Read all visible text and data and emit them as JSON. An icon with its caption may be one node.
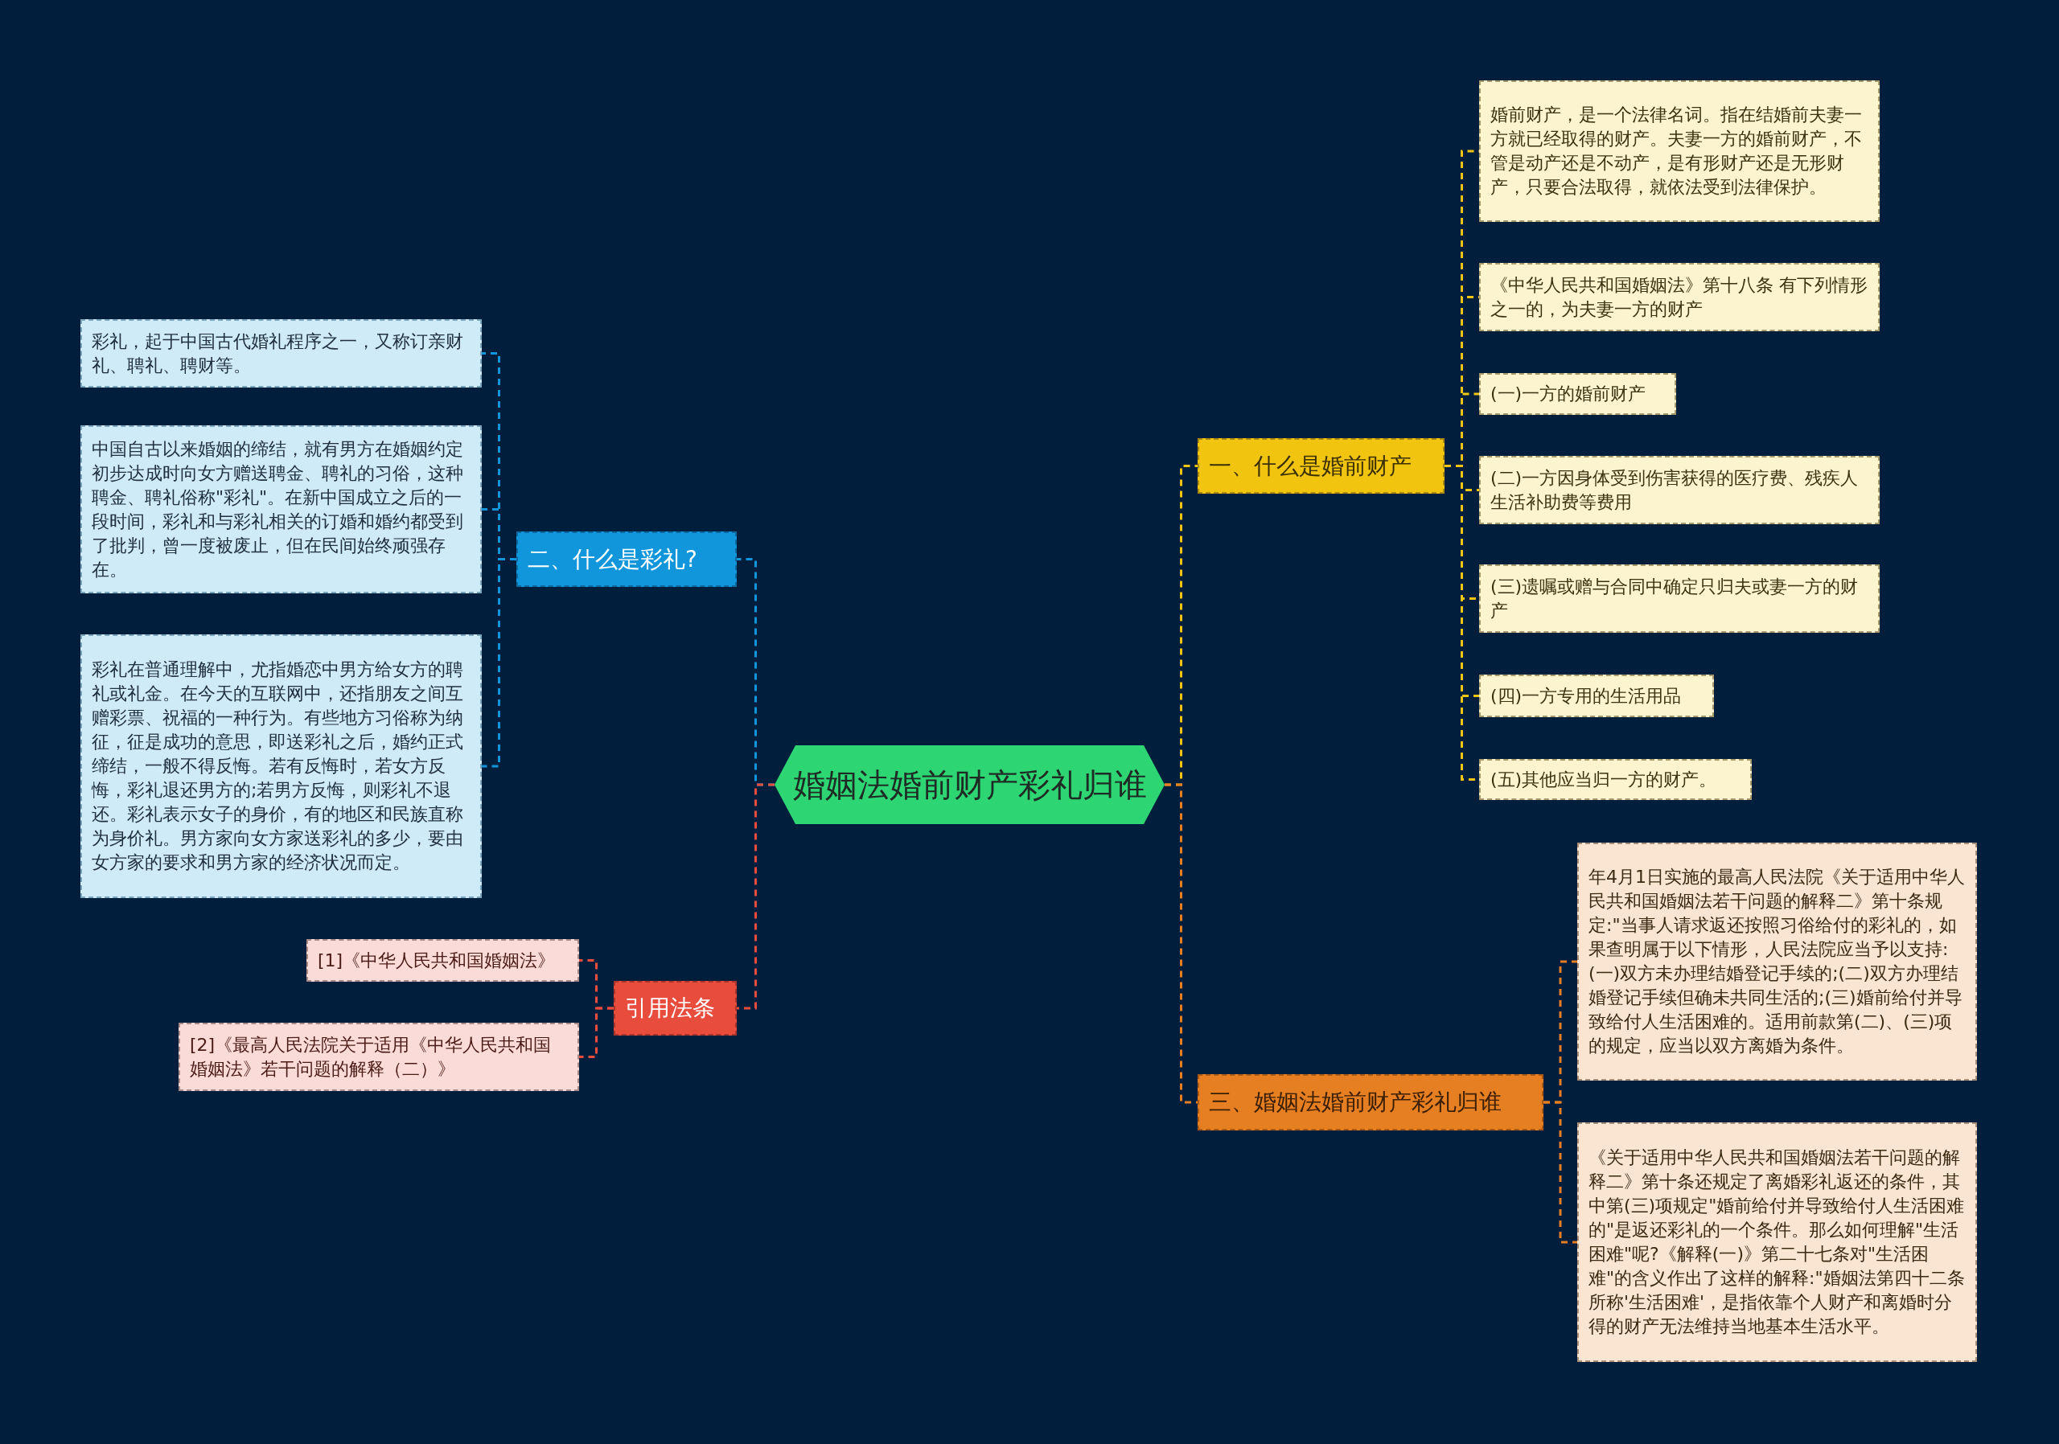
{
  "diagram": {
    "nodes": [
      {
        "text": [
          "婚姻法婚前财产彩礼归谁"
        ]
      },
      {
        "text": [
          "一、什么是婚前财产"
        ]
      },
      {
        "text": [
          "婚前财产，是一个法律名词。指在结婚前夫妻一方就已经取得的财产。夫妻一方的婚前财产，不管是动产还是不动产，是有形财产还是无形财产，只要合法取得，就依法受到法律保护。"
        ]
      },
      {
        "text": [
          "《中华人民共和国婚姻法》第十八条 有下列情形之一的，为夫妻一方的财产"
        ]
      },
      {
        "text": [
          "(一)一方的婚前财产"
        ]
      },
      {
        "text": [
          "(二)一方因身体受到伤害获得的医疗费、残疾人生活补助费等费用"
        ]
      },
      {
        "text": [
          "(三)遗嘱或赠与合同中确定只归夫或妻一方的财产"
        ]
      },
      {
        "text": [
          "(四)一方专用的生活用品"
        ]
      },
      {
        "text": [
          "(五)其他应当归一方的财产。"
        ]
      },
      {
        "text": [
          "三、婚姻法婚前财产彩礼归谁"
        ]
      },
      {
        "text": [
          "年4月1日实施的最高人民法院《关于适用中华人民共和国婚姻法若干问题的解释二》第十条规定:\"当事人请求返还按照习俗给付的彩礼的，如果查明属于以下情形，人民法院应当予以支持:(一)双方未办理结婚登记手续的;(二)双方办理结婚登记手续但确未共同生活的;(三)婚前给付并导致给付人生活困难的。适用前款第(二)、(三)项的规定，应当以双方离婚为条件。"
        ]
      },
      {
        "text": [
          "《关于适用中华人民共和国婚姻法若干问题的解释二》第十条还规定了离婚彩礼返还的条件，其中第(三)项规定\"婚前给付并导致给付人生活困难的\"是返还彩礼的一个条件。那么如何理解\"生活困难\"呢?《解释(一)》第二十七条对\"生活困难\"的含义作出了这样的解释:\"婚姻法第四十二条所称'生活困难'，是指依靠个人财产和离婚时分得的财产无法维持当地基本生活水平。"
        ]
      },
      {
        "text": [
          "二、什么是彩礼?"
        ]
      },
      {
        "text": [
          "彩礼，起于中国古代婚礼程序之一，又称订亲财礼、聘礼、聘财等。"
        ]
      },
      {
        "text": [
          "中国自古以来婚姻的缔结，就有男方在婚姻约定初步达成时向女方赠送聘金、聘礼的习俗，这种聘金、聘礼俗称\"彩礼\"。在新中国成立之后的一段时间，彩礼和与彩礼相关的订婚和婚约都受到了批判，曾一度被废止，但在民间始终顽强存在。"
        ]
      },
      {
        "text": [
          "彩礼在普通理解中，尤指婚恋中男方给女方的聘礼或礼金。在今天的互联网中，还指朋友之间互赠彩票、祝福的一种行为。有些地方习俗称为纳征，征是成功的意思，即送彩礼之后，婚约正式缔结，一般不得反悔。若有反悔时，若女方反悔，彩礼退还男方的;若男方反悔，则彩礼不退还。彩礼表示女子的身价，有的地区和民族直称为身价礼。男方家向女方家送彩礼的多少，要由女方家的要求和男方家的经济状况而定。"
        ]
      },
      {
        "text": [
          "引用法条"
        ]
      },
      {
        "text": [
          "[1]《中华人民共和国婚姻法》"
        ]
      },
      {
        "text": [
          "[2]《最高人民法院关于适用《中华人民共和国婚姻法》若干问题的解释（二）》"
        ]
      }
    ],
    "edges": [
      {
        "from": 0,
        "to": 1,
        "arrow": "none",
        "style": "dashed"
      },
      {
        "from": 1,
        "to": 2,
        "arrow": "none",
        "style": "dashed"
      },
      {
        "from": 1,
        "to": 3,
        "arrow": "none",
        "style": "dashed"
      },
      {
        "from": 1,
        "to": 4,
        "arrow": "none",
        "style": "dashed"
      },
      {
        "from": 1,
        "to": 5,
        "arrow": "none",
        "style": "dashed"
      },
      {
        "from": 1,
        "to": 6,
        "arrow": "none",
        "style": "dashed"
      },
      {
        "from": 1,
        "to": 7,
        "arrow": "none",
        "style": "dashed"
      },
      {
        "from": 1,
        "to": 8,
        "arrow": "none",
        "style": "dashed"
      },
      {
        "from": 0,
        "to": 9,
        "arrow": "none",
        "style": "dashed",
        "color": "#e67e22"
      },
      {
        "from": 9,
        "to": 10,
        "arrow": "none",
        "style": "dashed",
        "color": "#e67e22"
      },
      {
        "from": 9,
        "to": 11,
        "arrow": "none",
        "style": "dashed",
        "color": "#e67e22"
      },
      {
        "from": 0,
        "to": 12,
        "arrow": "none",
        "style": "dashed",
        "color": "#1296db"
      },
      {
        "from": 12,
        "to": 13,
        "arrow": "none",
        "style": "dashed",
        "color": "#1296db"
      },
      {
        "from": 12,
        "to": 14,
        "arrow": "none",
        "style": "dashed",
        "color": "#1296db"
      },
      {
        "from": 12,
        "to": 15,
        "arrow": "none",
        "style": "dashed",
        "color": "#1296db"
      },
      {
        "from": 0,
        "to": 16,
        "arrow": "none",
        "style": "dashed",
        "color": "#e74c3c"
      },
      {
        "from": 16,
        "to": 17,
        "arrow": "none",
        "style": "dashed",
        "color": "#e74c3c"
      },
      {
        "from": 16,
        "to": 18,
        "arrow": "none",
        "style": "dashed",
        "color": "#e74c3c"
      }
    ]
  }
}
